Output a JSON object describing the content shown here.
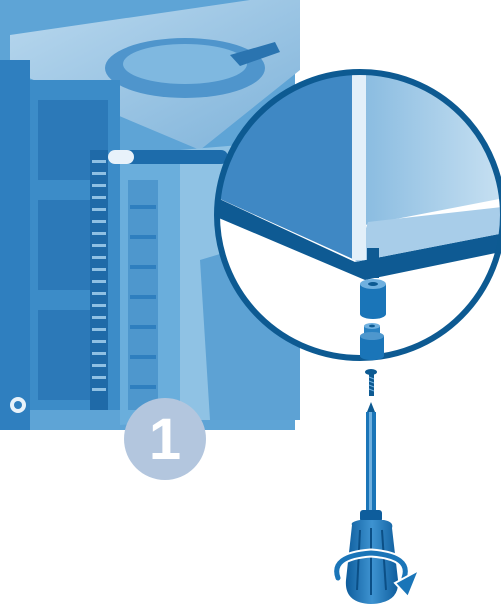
{
  "step": {
    "number": "1"
  },
  "colors": {
    "panel_blue": "#2f7fbf",
    "panel_light": "#a9cce6",
    "outline_navy": "#0d5a92",
    "badge_gray_blue": "#b3c6de",
    "handle_blue": "#1a75b8"
  },
  "icons": [
    "cabinet-illustration",
    "zoom-circle",
    "spacer-part",
    "screw-icon",
    "screwdriver-icon",
    "rotation-arrow-icon"
  ]
}
